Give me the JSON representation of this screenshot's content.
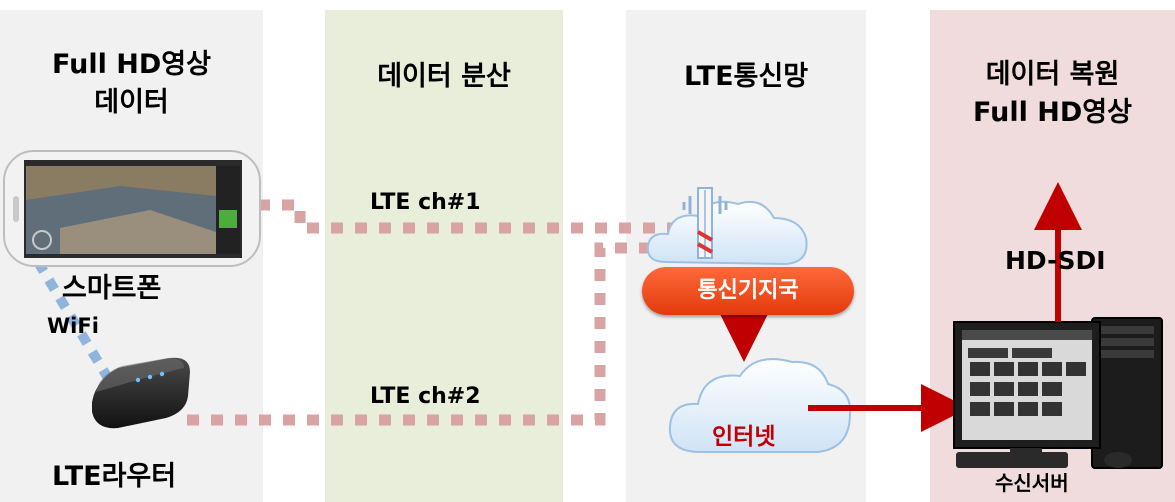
{
  "columns": [
    {
      "title": "Full HD영상\n데이터",
      "bg": "#f1f1f1"
    },
    {
      "title": "데이터 분산",
      "bg": "#e9eedb"
    },
    {
      "title": "LTE통신망",
      "bg": "#f1f1f1"
    },
    {
      "title": "데이터 복원\nFull HD영상",
      "bg": "#f0dcdc"
    }
  ],
  "devices": {
    "smartphone": "스마트폰",
    "wifi": "WiFi",
    "lte_router": "LTE라우터",
    "base_station": "통신기지국",
    "internet": "인터넷",
    "server": "수신서버"
  },
  "links": {
    "ch1": "LTE ch#1",
    "ch2": "LTE ch#2",
    "output": "HD-SDI"
  },
  "colors": {
    "dotted_link": "#d9a3a3",
    "wifi_link": "#8fb5dd",
    "arrow": "#c00000",
    "pill": "#f04a1a"
  }
}
